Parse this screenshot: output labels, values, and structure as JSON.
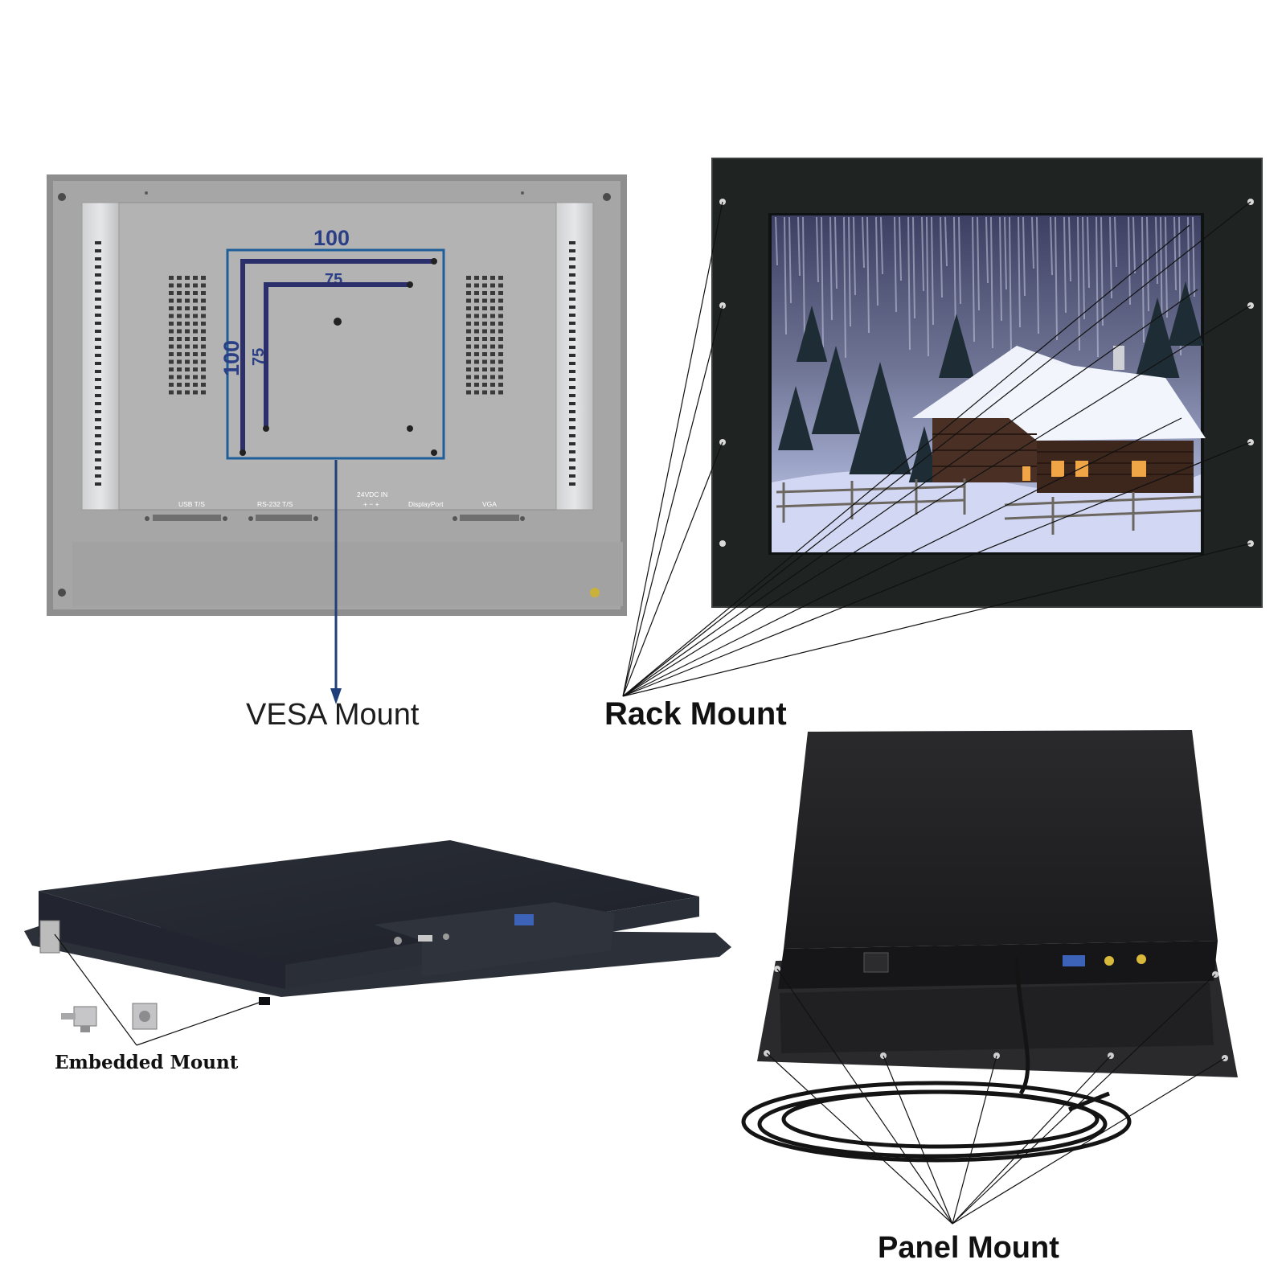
{
  "labels": {
    "vesa": "VESA Mount",
    "rack": "Rack Mount",
    "embedded": "Embedded Mount",
    "panel": "Panel Mount"
  },
  "vesa_dimensions": {
    "outer_width": "100",
    "outer_height": "100",
    "inner_width": "75",
    "inner_height": "75"
  },
  "ports": {
    "usb": "USB T/S",
    "rs232": "RS-232 T/S",
    "power": "24VDC IN",
    "power_polarity": "+ − +",
    "displayport": "DisplayPort",
    "vga": "VGA"
  },
  "colors": {
    "vesa_frame": "#1f5f99",
    "vesa_bracket": "#2b2f6b",
    "vesa_arrow": "#1e3f7a",
    "monitor_back": "#a6a6a6",
    "rack_panel": "#1f2322",
    "enclosure": "#24272f"
  }
}
